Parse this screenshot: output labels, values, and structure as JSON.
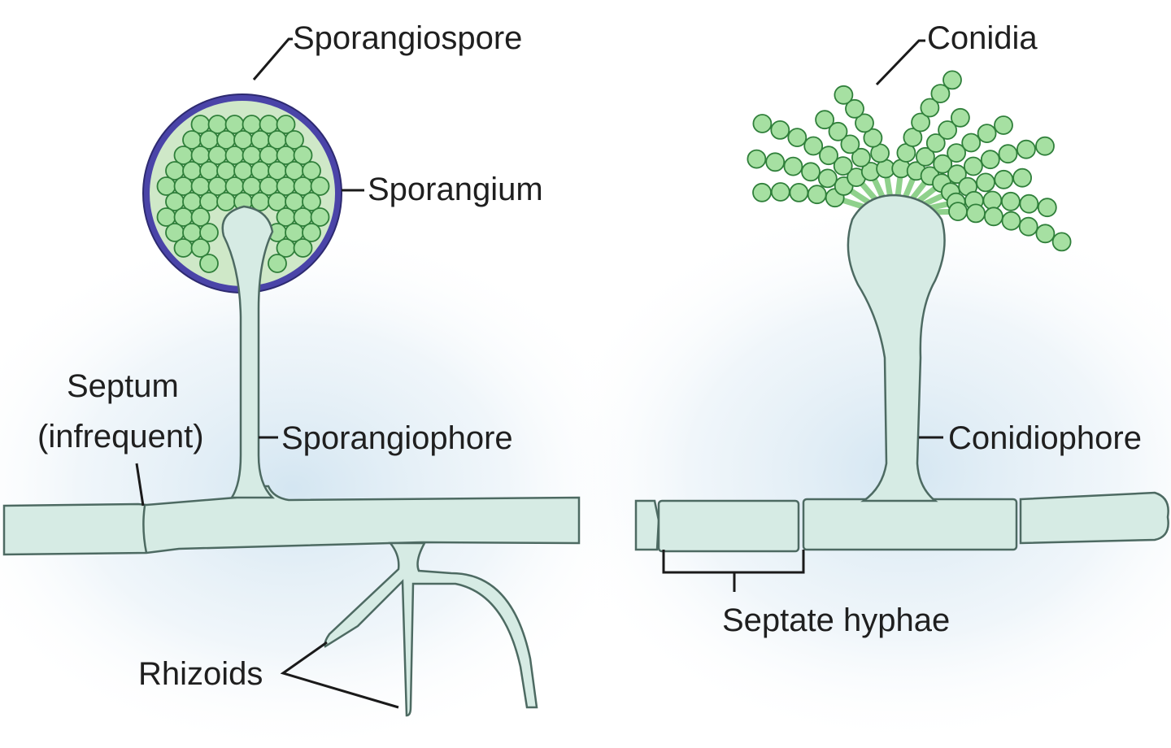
{
  "labels": {
    "sporangiospore": "Sporangiospore",
    "sporangium": "Sporangium",
    "septum_line1": "Septum",
    "septum_line2": "(infrequent)",
    "sporangiophore": "Sporangiophore",
    "rhizoids": "Rhizoids",
    "conidia": "Conidia",
    "conidiophore": "Conidiophore",
    "septate_hyphae": "Septate hyphae"
  },
  "colors": {
    "hypha_fill": "#d6ebe4",
    "hypha_outline": "#4d6a62",
    "spore_fill": "#a6e0a2",
    "spore_outline": "#2f7f3a",
    "sporangium_wall": "#4a44a8",
    "background_glow": "#cfe3f0",
    "text": "#1f1f1f"
  }
}
